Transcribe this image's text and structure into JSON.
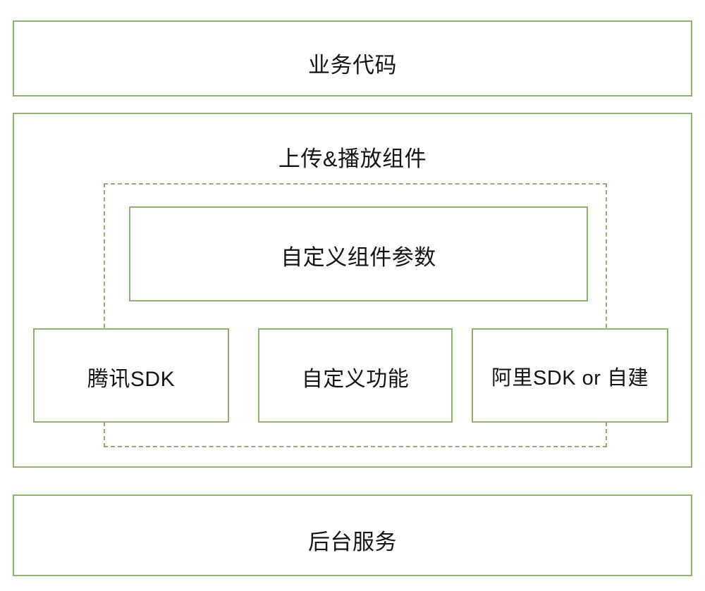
{
  "diagram": {
    "title": "",
    "type": "layered-architecture",
    "accent_color": "#92ad75",
    "background_color": "#ffffff",
    "text_color": "#141414",
    "layers": [
      {
        "id": "business",
        "label": "业务代码",
        "border_style": "solid"
      },
      {
        "id": "component",
        "label": "上传&播放组件",
        "border_style": "solid",
        "dashed_group": {
          "id": "sdk-group",
          "label": "",
          "border_style": "dashed"
        },
        "children": [
          {
            "id": "params",
            "label": "自定义组件参数",
            "border_style": "solid"
          },
          {
            "id": "tencent",
            "label": "腾讯SDK",
            "border_style": "solid"
          },
          {
            "id": "custom",
            "label": "自定义功能",
            "border_style": "solid"
          },
          {
            "id": "ali",
            "label": "阿里SDK or 自建",
            "border_style": "solid"
          }
        ]
      },
      {
        "id": "backend",
        "label": "后台服务",
        "border_style": "solid"
      }
    ]
  }
}
